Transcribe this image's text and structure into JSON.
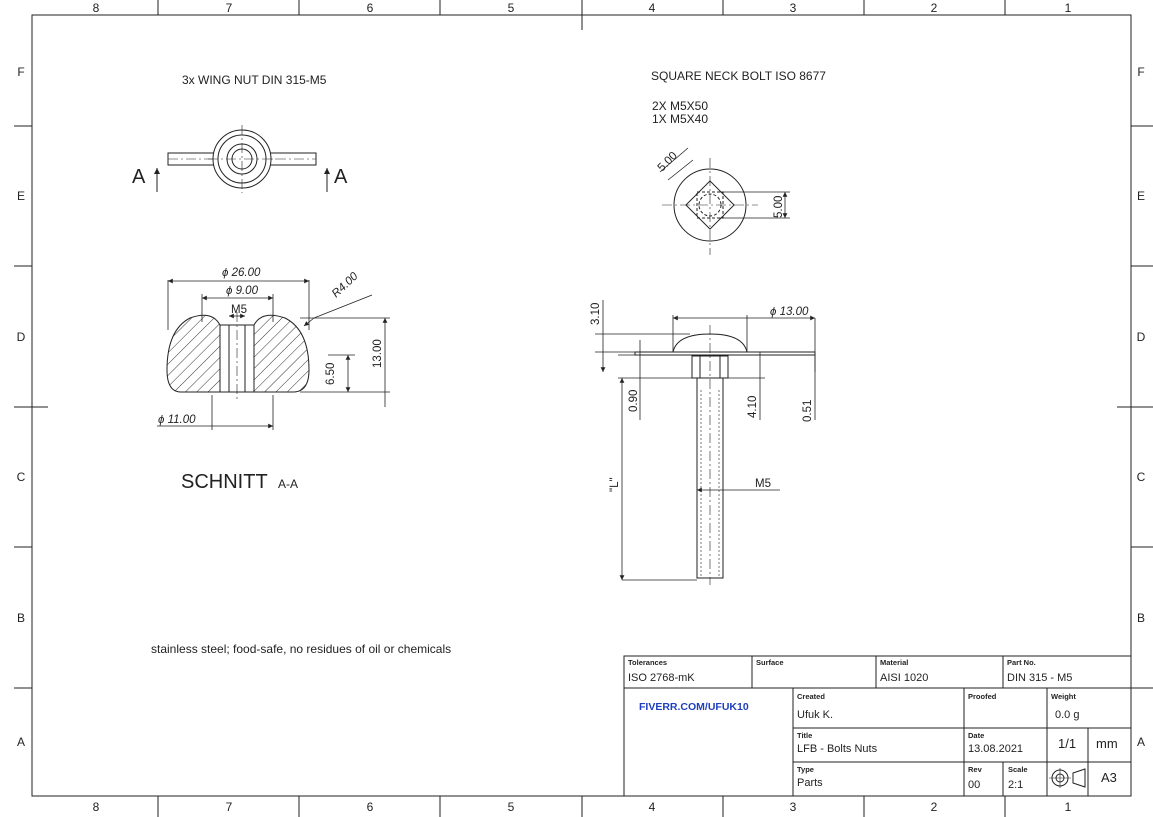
{
  "zones": {
    "columns": [
      "8",
      "7",
      "6",
      "5",
      "4",
      "3",
      "2",
      "1"
    ],
    "rows": [
      "F",
      "E",
      "D",
      "C",
      "B",
      "A"
    ]
  },
  "wing_nut": {
    "title": "3x WING NUT DIN 315-M5",
    "section_marker": "A",
    "dims": {
      "d26": "ϕ 26.00",
      "d9": "ϕ 9.00",
      "m5": "M5",
      "r4": "R4.00",
      "h13": "13.00",
      "h650": "6.50",
      "d11": "ϕ 11.00"
    },
    "section_title": "SCHNITT",
    "section_sub": "A-A"
  },
  "bolt": {
    "title": "SQUARE NECK BOLT ISO 8677",
    "qty1": "2X M5X50",
    "qty2": "1X M5X40",
    "dims": {
      "sq1": "5.00",
      "sq2": "5.00",
      "d13": "ϕ 13.00",
      "h310": "3.10",
      "h090": "0.90",
      "h410": "4.10",
      "h051": "0.51",
      "len": "\"L\"",
      "m5": "M5"
    }
  },
  "note": "stainless steel; food-safe, no residues of oil or chemicals",
  "title_block": {
    "tolerances_h": "Tolerances",
    "tolerances_v": "ISO 2768-mK",
    "surface_h": "Surface",
    "material_h": "Material",
    "material_v": "AISI 1020",
    "partno_h": "Part No.",
    "partno_v": "DIN 315 - M5",
    "brand": "FIVERR.COM/UFUK10",
    "created_h": "Created",
    "created_v": "Ufuk K.",
    "proofed_h": "Proofed",
    "weight_h": "Weight",
    "weight_v": "0.0 g",
    "title_h": "Title",
    "title_v": "LFB - Bolts Nuts",
    "date_h": "Date",
    "date_v": "13.08.2021",
    "sheet_v": "1/1",
    "unit_v": "mm",
    "type_h": "Type",
    "type_v": "Parts",
    "rev_h": "Rev",
    "rev_v": "00",
    "scale_h": "Scale",
    "scale_v": "2:1",
    "format_v": "A3"
  }
}
